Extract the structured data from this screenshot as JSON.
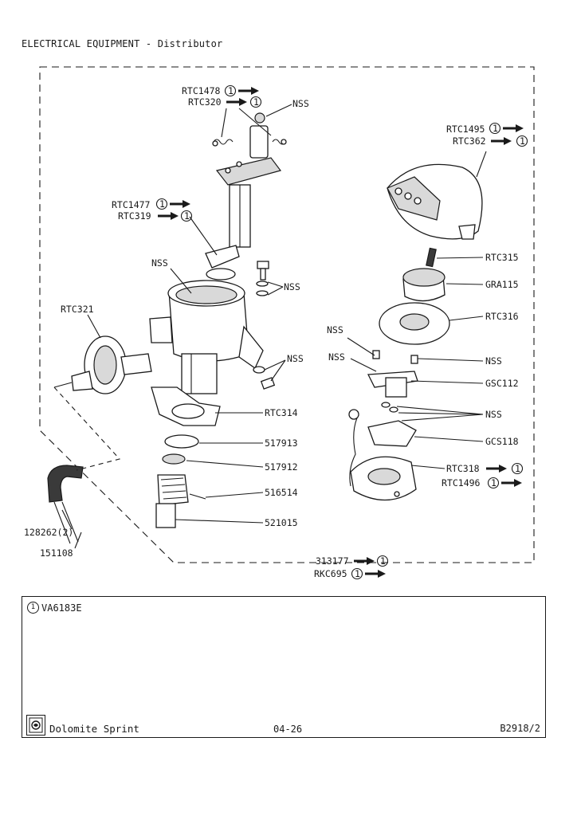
{
  "header": {
    "title": "ELECTRICAL EQUIPMENT - Distributor"
  },
  "labels": {
    "rtc1478": "RTC1478",
    "rtc320": "RTC320",
    "nss_top": "NSS",
    "rtc1477": "RTC1477",
    "rtc319": "RTC319",
    "nss_body": "NSS",
    "nss_washers": "NSS",
    "rtc321": "RTC321",
    "nss_clamp": "NSS",
    "rtc314": "RTC314",
    "p517913": "517913",
    "p517912": "517912",
    "p516514": "516514",
    "p521015": "521015",
    "p128262": "128262(2)",
    "p151108": "151108",
    "p313177": "313177",
    "rkc695": "RKC695",
    "rtc1495": "RTC1495",
    "rtc362": "RTC362",
    "rtc315": "RTC315",
    "gra115": "GRA115",
    "rtc316": "RTC316",
    "nss_r1": "NSS",
    "nss_r2": "NSS",
    "nss_r3": "NSS",
    "gsc112": "GSC112",
    "nss_r4": "NSS",
    "gcs118": "GCS118",
    "rtc318": "RTC318",
    "rtc1496": "RTC1496"
  },
  "callout_marker": "1",
  "footer": {
    "note_marker": "1",
    "note_text": "VA6183E",
    "logo_icon": "british-leyland-logo",
    "model": "Dolomite  Sprint",
    "page": "04-26",
    "reference": "B2918/2"
  }
}
